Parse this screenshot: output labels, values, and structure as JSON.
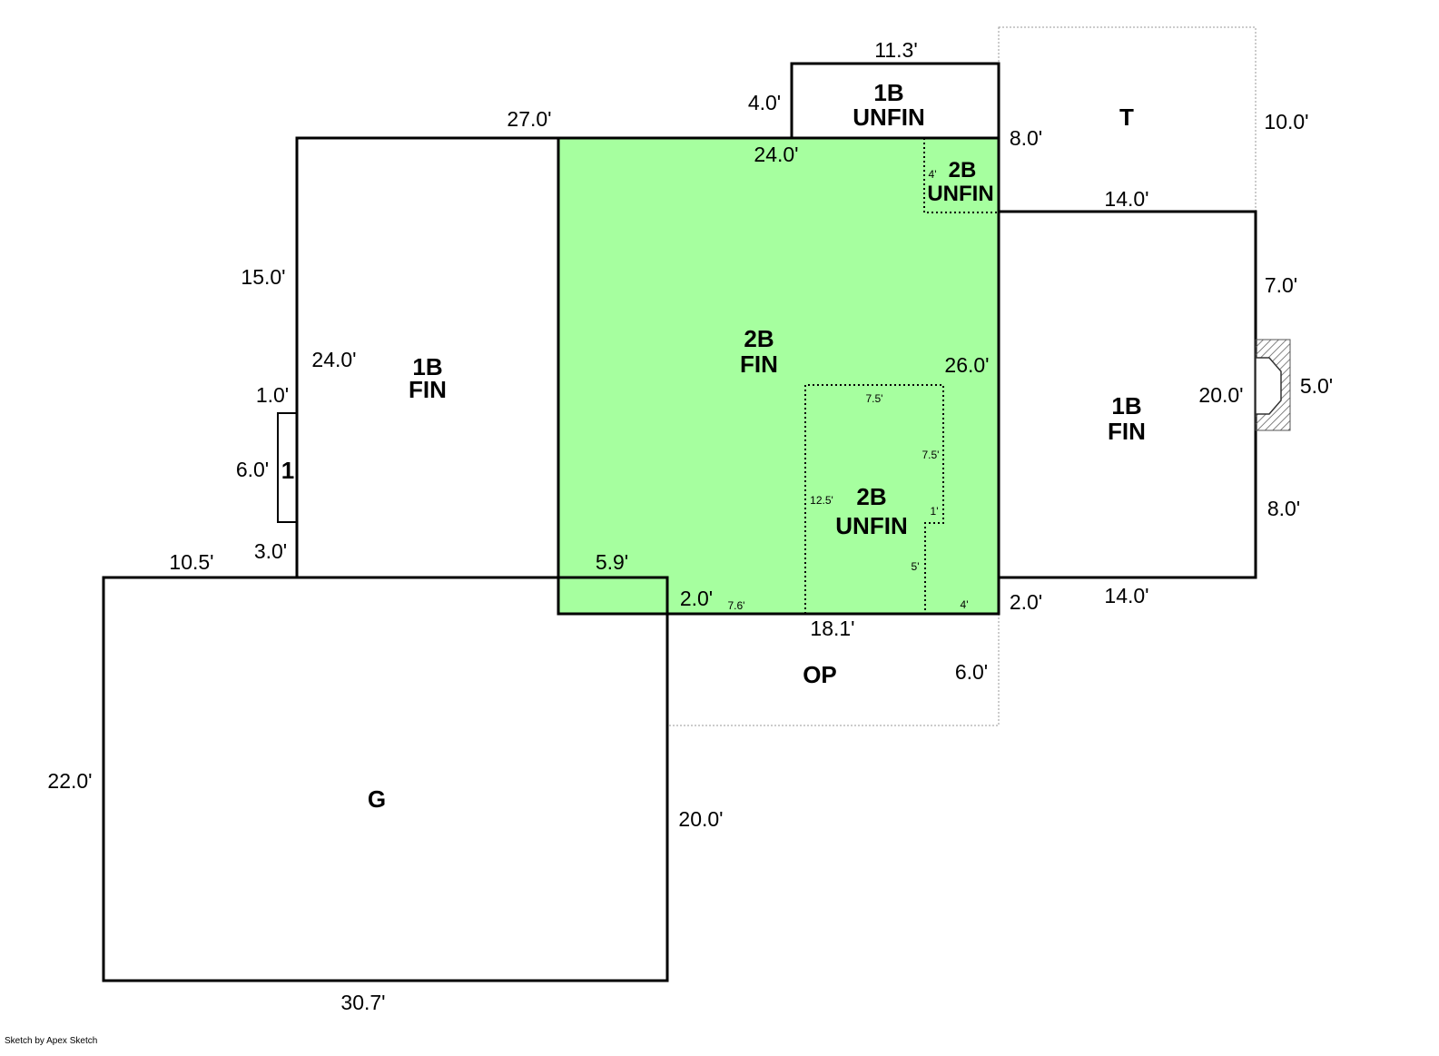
{
  "colors": {
    "finished_upper": "#a6ff9f",
    "line": "#000000",
    "dotted_outline": "#9a9a9a"
  },
  "areas": {
    "upper_1b_unfin": {
      "line1": "1B",
      "line2": "UNFIN"
    },
    "terrace": {
      "label": "T"
    },
    "small_2b_unfin": {
      "line1": "2B",
      "line2": "UNFIN"
    },
    "left_1b_fin": {
      "line1": "1B",
      "line2": "FIN"
    },
    "center_2b_fin": {
      "line1": "2B",
      "line2": "FIN"
    },
    "center_2b_unfin": {
      "line1": "2B",
      "line2": "UNFIN"
    },
    "right_1b_fin": {
      "line1": "1B",
      "line2": "FIN"
    },
    "small_box": {
      "label": "1"
    },
    "open_porch": {
      "label": "OP"
    },
    "garage": {
      "label": "G"
    }
  },
  "dimensions": {
    "d_11_3": "11.3'",
    "d_4_0": "4.0'",
    "d_27_0": "27.0'",
    "d_8_0_top": "8.0'",
    "d_10_0": "10.0'",
    "d_24_0_top": "24.0'",
    "d_4_small_top": "4'",
    "d_14_0_top": "14.0'",
    "d_15_0": "15.0'",
    "d_7_0": "7.0'",
    "d_24_0_left": "24.0'",
    "d_26_0": "26.0'",
    "d_1_0": "1.0'",
    "d_7_5_top": "7.5'",
    "d_20_0_right": "20.0'",
    "d_5_0": "5.0'",
    "d_7_5_side": "7.5'",
    "d_6_0_left": "6.0'",
    "d_12_5": "12.5'",
    "d_1_small": "1'",
    "d_8_0_right": "8.0'",
    "d_3_0": "3.0'",
    "d_5_small": "5'",
    "d_10_5": "10.5'",
    "d_5_9": "5.9'",
    "d_2_0_left": "2.0'",
    "d_7_6": "7.6'",
    "d_4_small_bottom": "4'",
    "d_2_0_right": "2.0'",
    "d_14_0_bottom": "14.0'",
    "d_18_1": "18.1'",
    "d_6_0_porch": "6.0'",
    "d_22_0": "22.0'",
    "d_20_0_garage": "20.0'",
    "d_30_7": "30.7'"
  },
  "credit": "Sketch by Apex Sketch"
}
